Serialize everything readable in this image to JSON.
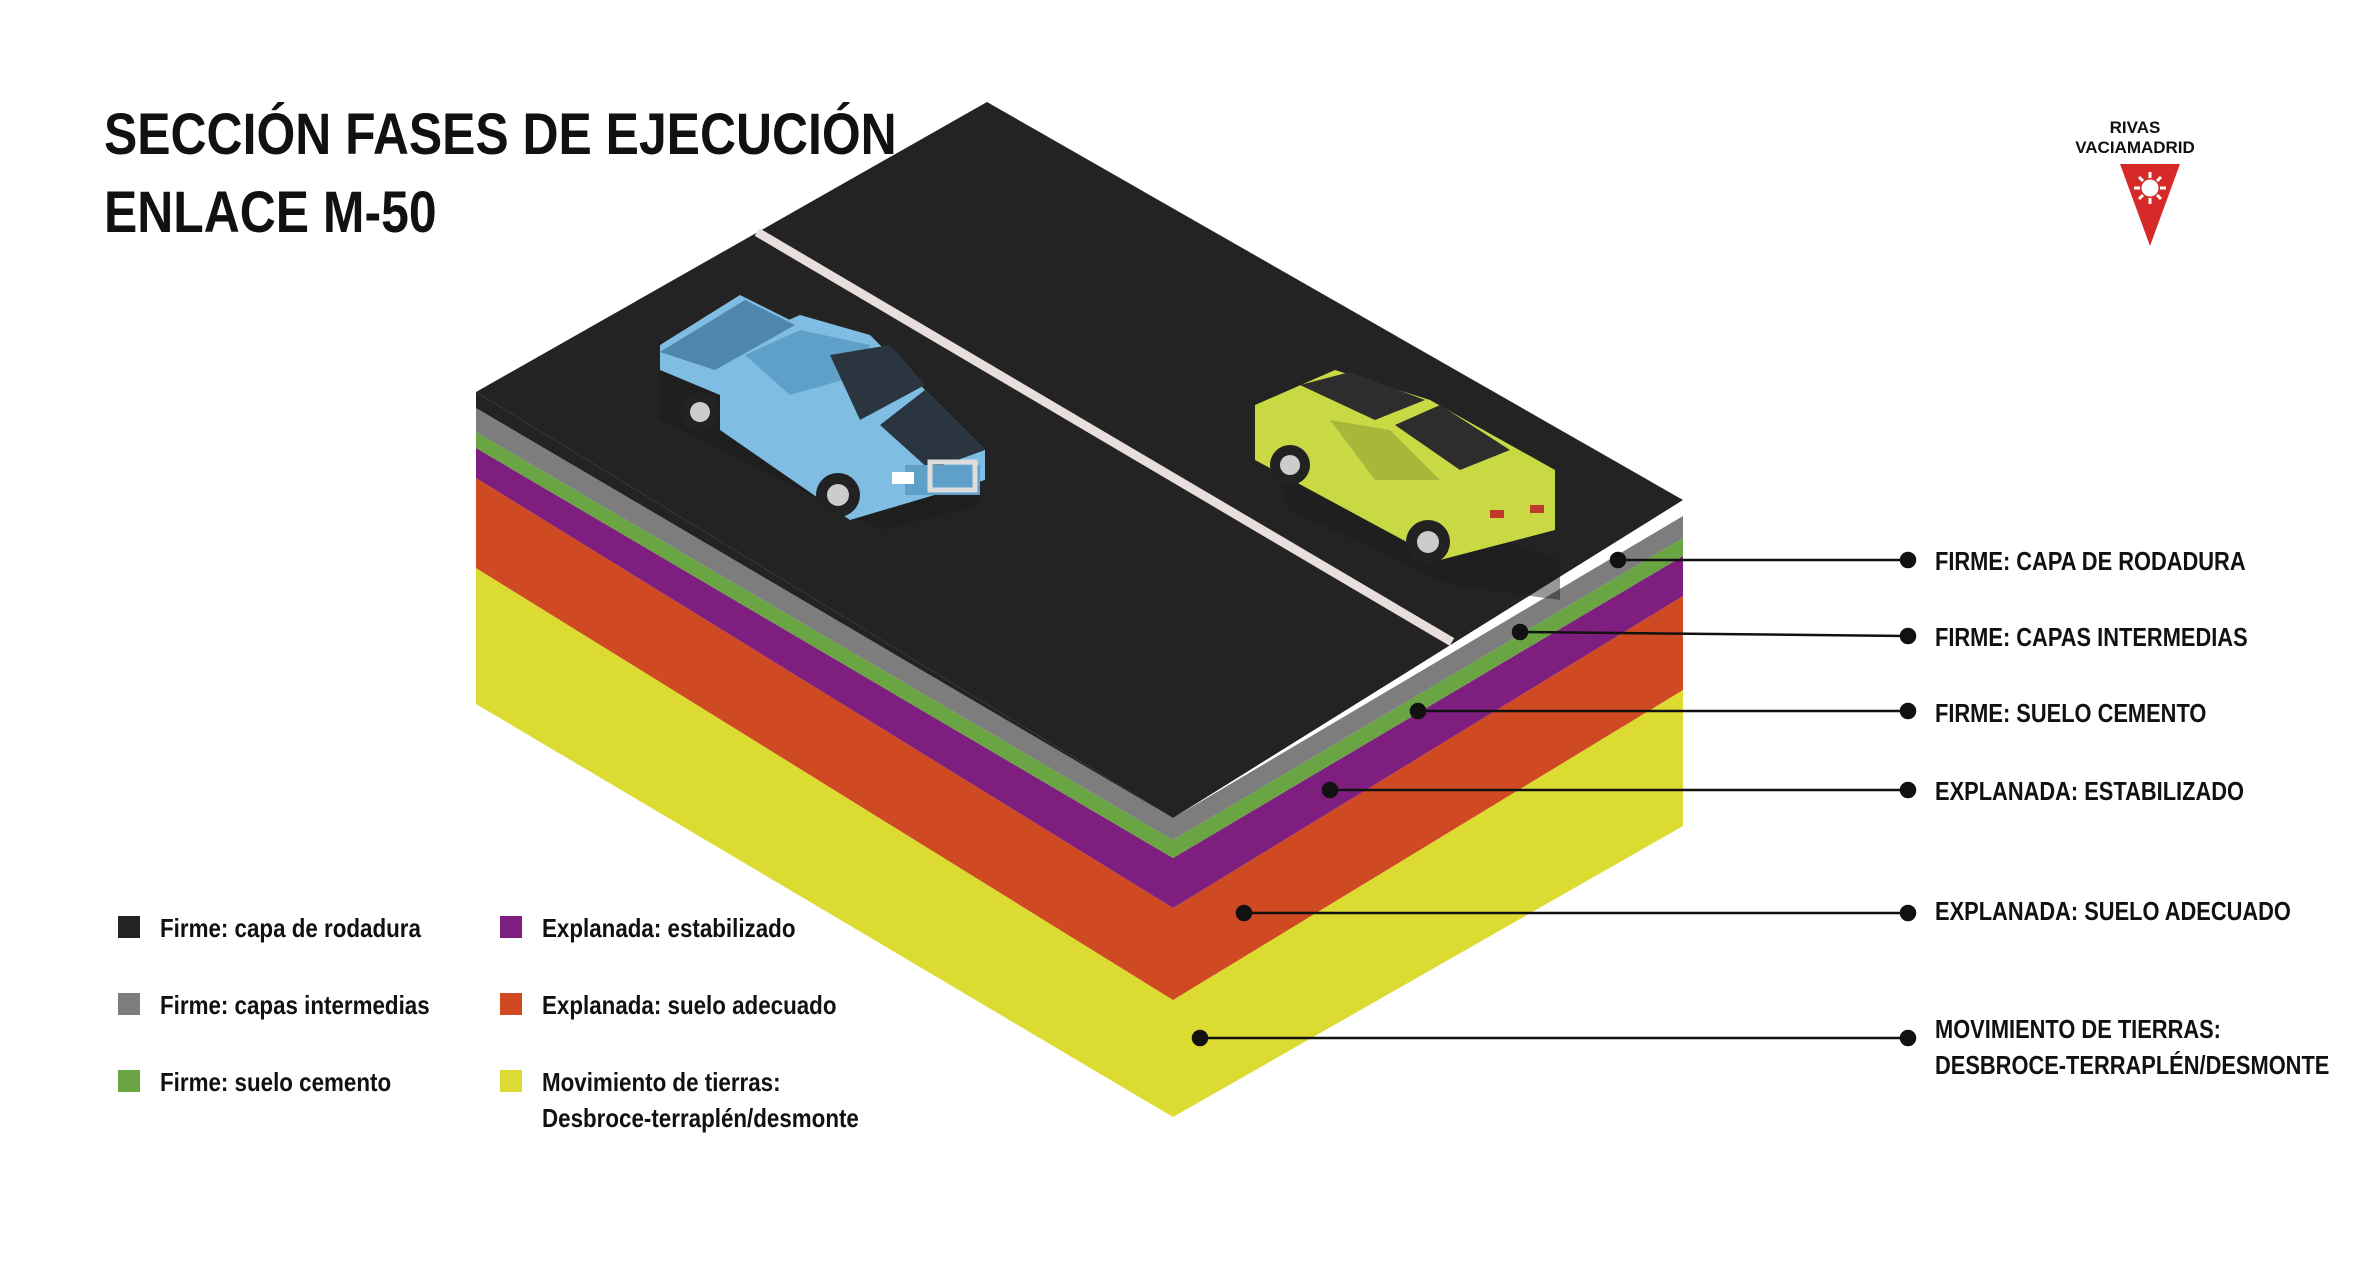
{
  "title": {
    "line1": "SECCIÓN FASES DE EJECUCIÓN",
    "line2": "ENLACE M-50"
  },
  "logo": {
    "line1": "RIVAS",
    "line2": "VACIAMADRID",
    "color": "#d62a2a"
  },
  "layers": [
    {
      "id": "rodadura",
      "label": "FIRME: CAPA DE RODADURA",
      "legend": "Firme: capa de rodadura",
      "color": "#232323"
    },
    {
      "id": "intermedias",
      "label": "FIRME: CAPAS INTERMEDIAS",
      "legend": "Firme: capas intermedias",
      "color": "#7d7d7d"
    },
    {
      "id": "suelo-cemento",
      "label": "FIRME: SUELO CEMENTO",
      "legend": "Firme: suelo cemento",
      "color": "#6aa544"
    },
    {
      "id": "estabilizado",
      "label": "EXPLANADA: ESTABILIZADO",
      "legend": "Explanada: estabilizado",
      "color": "#7e1f7f"
    },
    {
      "id": "suelo-adecuado",
      "label": "EXPLANADA: SUELO ADECUADO",
      "legend": "Explanada: suelo adecuado",
      "color": "#cf4a22"
    },
    {
      "id": "tierras",
      "label": "MOVIMIENTO DE TIERRAS:",
      "label2": "DESBROCE-TERRAPLÉN/DESMONTE",
      "legend": "Movimiento de tierras:",
      "legend2": "Desbroce-terraplén/desmonte",
      "color": "#dbdb32"
    }
  ],
  "vehicles": [
    {
      "name": "pickup-truck",
      "color": "#7fbde3"
    },
    {
      "name": "sedan-car",
      "color": "#c9d944"
    }
  ]
}
